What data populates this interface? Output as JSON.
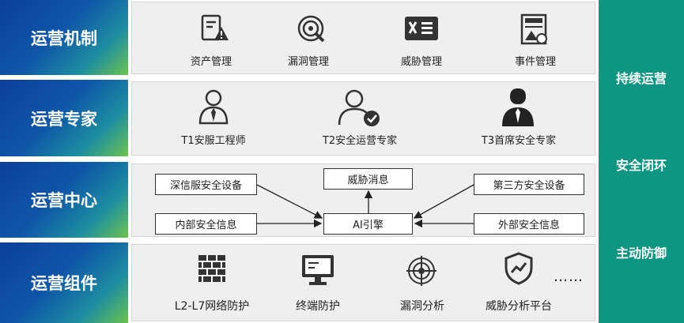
{
  "rows": [
    {
      "title": "运营机制",
      "items": [
        "资产管理",
        "漏洞管理",
        "威胁管理",
        "事件管理"
      ],
      "icons": [
        "asset-warning-icon",
        "vulnerability-scan-icon",
        "threat-card-icon",
        "incident-document-icon"
      ]
    },
    {
      "title": "运营专家",
      "items": [
        "T1安服工程师",
        "T2安全运营专家",
        "T3首席安全专家"
      ],
      "icons": [
        "engineer-outline-icon",
        "expert-check-icon",
        "chief-expert-solid-icon"
      ]
    },
    {
      "title": "运营中心",
      "flow": {
        "left_top": "深信服安全设备",
        "left_bottom": "内部安全信息",
        "top": "威胁消息",
        "center": "AI引擎",
        "right_top": "第三方安全设备",
        "right_bottom": "外部安全信息"
      }
    },
    {
      "title": "运营组件",
      "items": [
        "L2-L7网络防护",
        "终端防护",
        "漏洞分析",
        "威胁分析平台"
      ],
      "icons": [
        "firewall-brick-icon",
        "endpoint-monitor-icon",
        "target-icon",
        "shield-chart-icon"
      ],
      "more": "……"
    }
  ],
  "side": [
    "持续运营",
    "安全闭环",
    "主动防御"
  ],
  "colors": {
    "side_bg": "#0e9683",
    "label_gradient_start": "#0c3f9a",
    "label_gradient_end": "#6cc34d",
    "panel_bg": "#efefef"
  }
}
